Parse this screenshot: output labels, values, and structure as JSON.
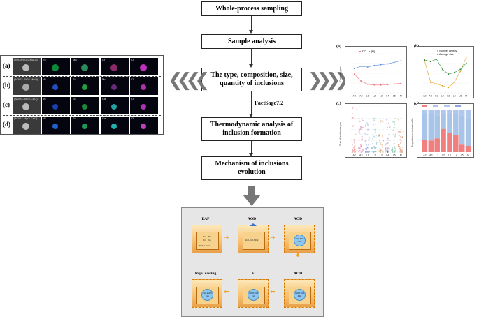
{
  "flow": {
    "step1": "Whole-process sampling",
    "step2": "Sample analysis",
    "step3": "The type, composition, size, quantity of inclusions",
    "software": "FactSage7.2",
    "step4": "Thermodynamic analysis of inclusion formation",
    "step5": "Mechanism of inclusions evolution"
  },
  "sem": {
    "rows": [
      {
        "label": "(a)",
        "tiles": [
          "(Mn-Mn)O-CaSiO3",
          "Si",
          "Mn",
          "Cr",
          "O"
        ]
      },
      {
        "label": "(b)",
        "tiles": [
          "(Al2O3-SiO2-MnO)",
          "Al",
          "Si",
          "Mn",
          "O"
        ]
      },
      {
        "label": "(c)",
        "tiles": [
          "(Al2O3-SiO2-CaO)",
          "Al",
          "Si",
          "Ca",
          "O"
        ]
      },
      {
        "label": "(d)",
        "tiles": [
          "(Al2O3-MgO-CaO)",
          "Al",
          "Si",
          "Ca",
          "O"
        ]
      }
    ]
  },
  "colors": {
    "line_red": "#e8707a",
    "line_blue": "#5a8fd8",
    "line_orange": "#e0a020",
    "line_green": "#2e8a3a",
    "bar_red": "#f08080",
    "bar_blue": "#a8c4e8",
    "circle": "#8ec6ee",
    "ladle": "#f6c070"
  },
  "charts": {
    "a": {
      "label": "(a)",
      "ylabel": "Content, ppm",
      "legend": [
        "T.O",
        "[N]"
      ]
    },
    "b": {
      "label": "(b)",
      "legend": [
        "Number density",
        "Average size"
      ]
    },
    "c": {
      "label": "(c)",
      "ylabel": "Size of inclusions/μm"
    },
    "d": {
      "label": "(d)",
      "ylabel": "Proportion of inclusions/%"
    }
  },
  "categories": [
    "A2",
    "A3",
    "L1",
    "L2",
    "L3",
    "L4",
    "L5",
    "M"
  ],
  "chart_data": [
    {
      "type": "line",
      "categories": [
        "A2",
        "A3",
        "L1",
        "L2",
        "L3",
        "L4",
        "L5",
        "M"
      ],
      "series": [
        {
          "name": "T.O",
          "values": [
            48,
            30,
            22,
            20,
            20,
            21,
            23,
            24
          ]
        },
        {
          "name": "[N]",
          "values": [
            62,
            68,
            66,
            70,
            72,
            74,
            78,
            82
          ]
        }
      ]
    },
    {
      "type": "line",
      "categories": [
        "A2",
        "A3",
        "L1",
        "L2",
        "L3",
        "L4",
        "L5",
        "M"
      ],
      "series": [
        {
          "name": "Number density",
          "values": [
            18,
            6,
            5,
            4,
            3,
            6,
            12,
            20
          ]
        },
        {
          "name": "Average size",
          "values": [
            4.2,
            4.0,
            4.3,
            3.0,
            2.4,
            2.6,
            3.0,
            3.8
          ]
        }
      ]
    },
    {
      "type": "scatter",
      "categories": [
        "A2",
        "A3",
        "L1",
        "L2",
        "L3",
        "L4",
        "L5",
        "M"
      ]
    },
    {
      "type": "bar",
      "categories": [
        "A2",
        "A3",
        "L1",
        "L2",
        "L3",
        "L4",
        "L5",
        "M"
      ],
      "series": [
        {
          "values": [
            30,
            28,
            33,
            55,
            45,
            40,
            18,
            15
          ]
        },
        {
          "values": [
            60,
            62,
            55,
            35,
            45,
            50,
            70,
            65
          ]
        },
        {
          "values": [
            10,
            10,
            12,
            10,
            10,
            10,
            12,
            20
          ]
        }
      ]
    }
  ],
  "process": {
    "steps": [
      {
        "name": "EAF",
        "content": "Molten steel",
        "elements": [
          "Si",
          "Mn",
          "Cr",
          "Ca"
        ]
      },
      {
        "name": "AOD",
        "content": "MnO-CrO-SiO2"
      },
      {
        "name": "AOD",
        "content": "SiO2 MnO CrO"
      },
      {
        "name": "AOD",
        "content": "Al2O3 SiO2 MnO"
      },
      {
        "name": "LF",
        "content": "Al2O3 SiO2 CaO"
      },
      {
        "name": "Ingot casting",
        "content": "CaO Al2O3 CaS"
      }
    ]
  }
}
